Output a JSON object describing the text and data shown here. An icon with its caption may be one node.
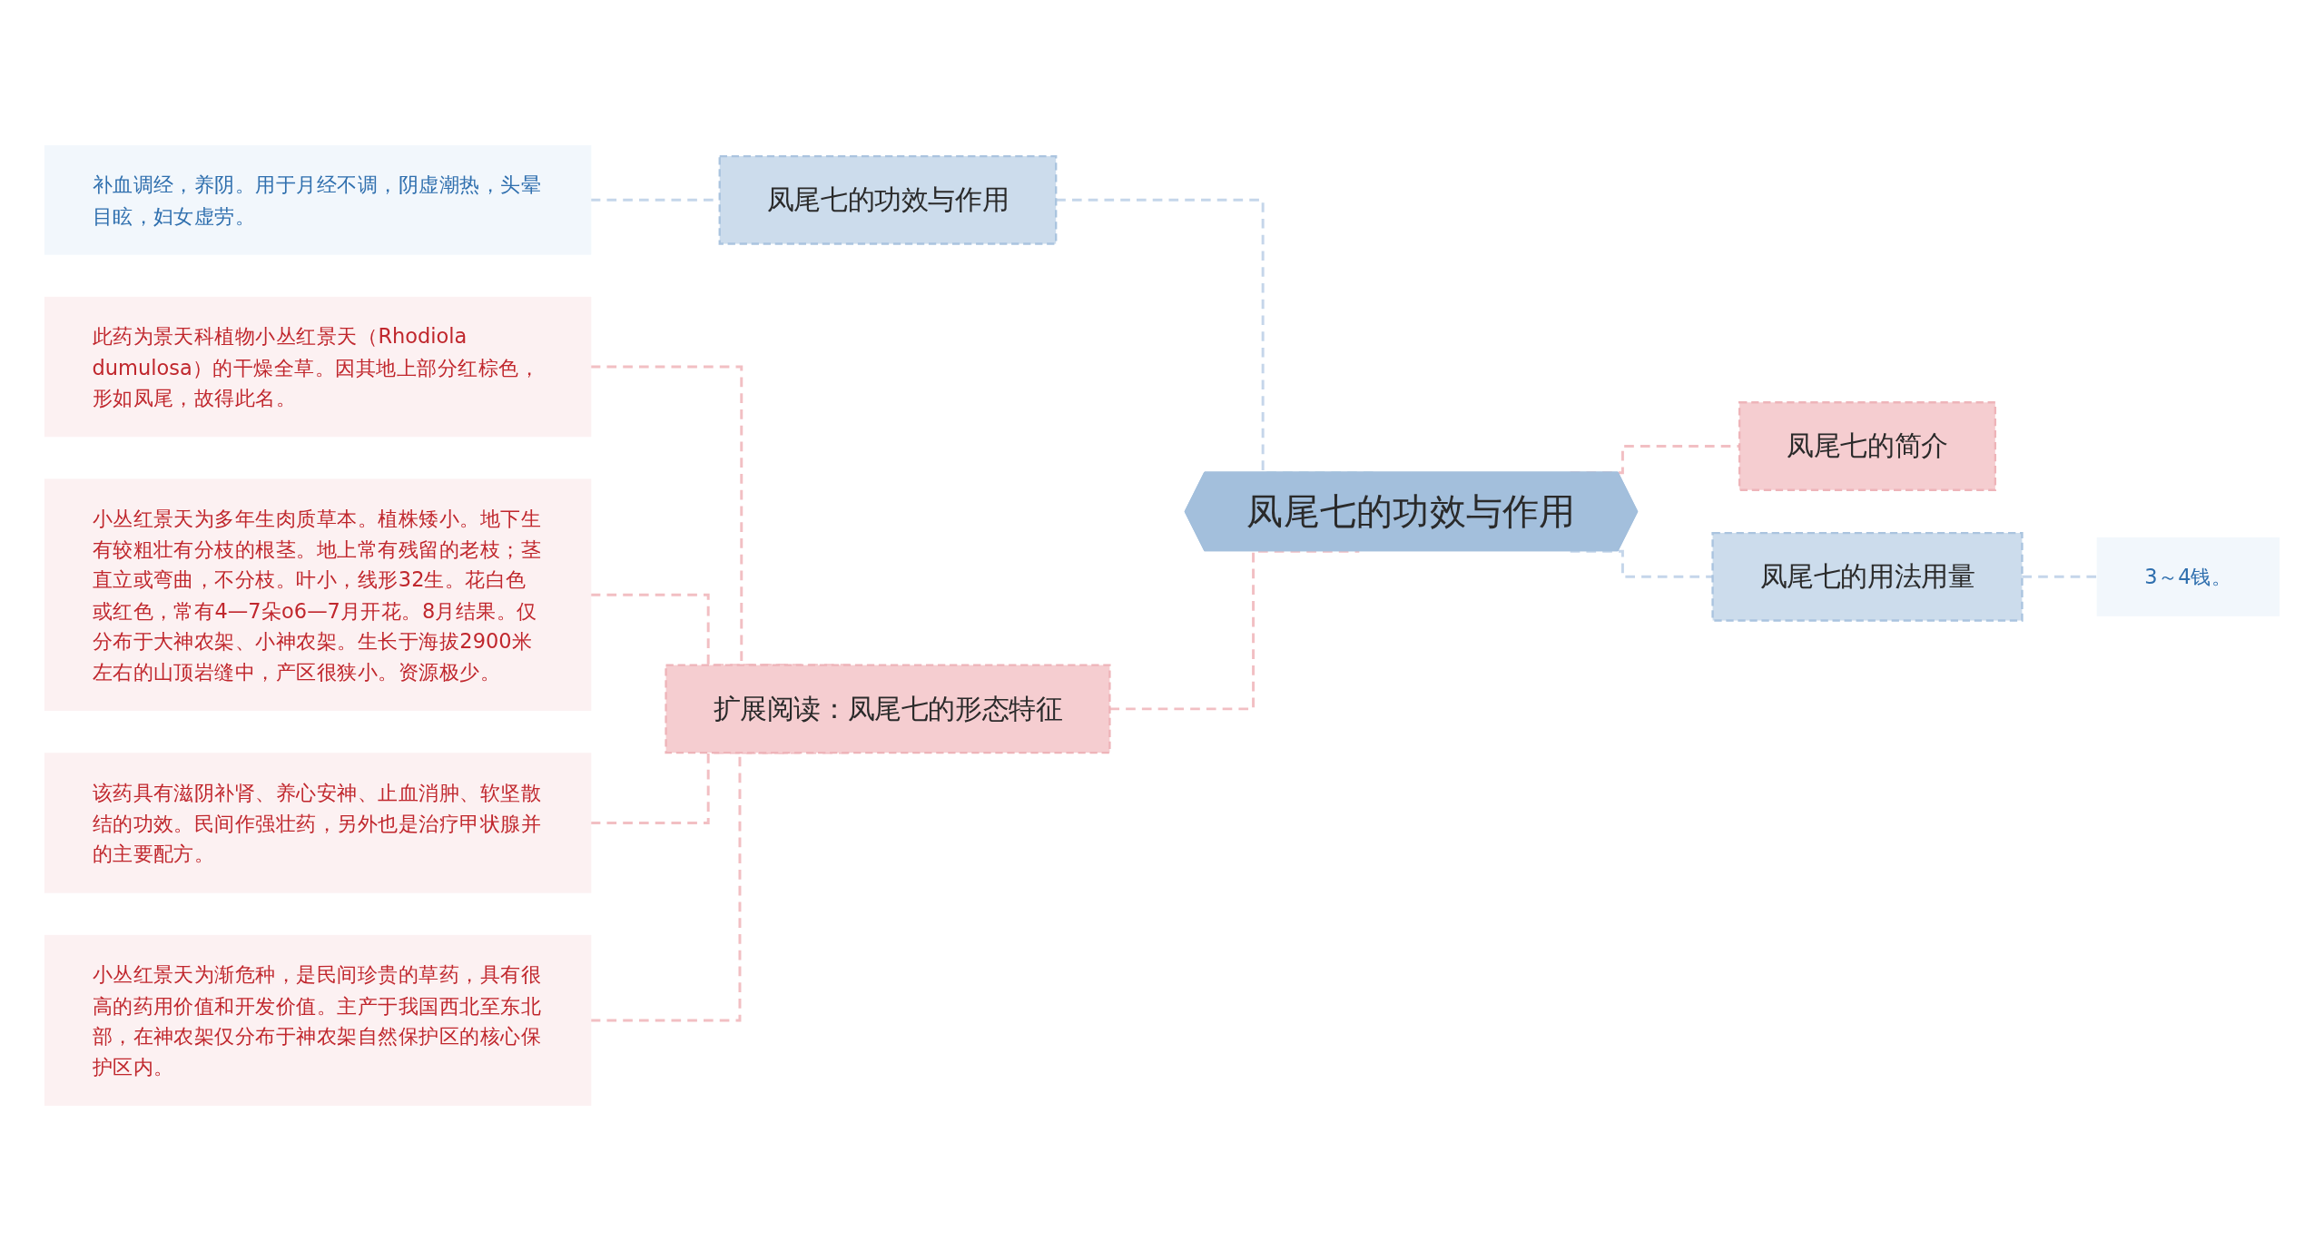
{
  "diagram": {
    "nodes": [
      {
        "text": [
          "凤尾七的功效与作用"
        ]
      },
      {
        "text": [
          "凤尾七的功效与作用"
        ]
      },
      {
        "text": [
          "补血调经，养阴。用于月经不调，阴虚潮热，头晕目眩，妇女虚劳。"
        ]
      },
      {
        "text": [
          "扩展阅读：凤尾七的形态特征"
        ]
      },
      {
        "text": [
          "此药为景天科植物小丛红景天（Rhodiola dumulosa）的干燥全草。因其地上部分红棕色，形如凤尾，故得此名。"
        ]
      },
      {
        "text": [
          "小丛红景天为多年生肉质草本。植株矮小。地下生有较粗壮有分枝的根茎。地上常有残留的老枝；茎直立或弯曲，不分枝。叶小，线形32生。花白色或红色，常有4—7朵o6—7月开花。8月结果。仅分布于大神农架、小神农架。生长于海拔2900米左右的山顶岩缝中，产区很狭小。资源极少。"
        ]
      },
      {
        "text": [
          "该药具有滋阴补肾、养心安神、止血消肿、软坚散结的功效。民间作强壮药，另外也是治疗甲状腺并的主要配方。"
        ]
      },
      {
        "text": [
          "小丛红景天为渐危种，是民间珍贵的草药，具有很高的药用价值和开发价值。主产于我国西北至东北部，在神农架仅分布于神农架自然保护区的核心保护区内。"
        ]
      },
      {
        "text": [
          "凤尾七的简介"
        ]
      },
      {
        "text": [
          "凤尾七的用法用量"
        ]
      },
      {
        "text": [
          "3～4钱。"
        ]
      }
    ],
    "edges": [
      {
        "from": 1,
        "to": 0,
        "arrow": "none",
        "style": "dashed",
        "color": "#c5d6ea"
      },
      {
        "from": 2,
        "to": 1,
        "arrow": "none",
        "style": "dashed",
        "color": "#c5d6ea"
      },
      {
        "from": 3,
        "to": 0,
        "arrow": "none",
        "style": "dashed"
      },
      {
        "from": 4,
        "to": 3,
        "arrow": "none",
        "style": "dashed"
      },
      {
        "from": 5,
        "to": 3,
        "arrow": "none",
        "style": "dashed"
      },
      {
        "from": 6,
        "to": 3,
        "arrow": "none",
        "style": "dashed"
      },
      {
        "from": 7,
        "to": 3,
        "arrow": "none",
        "style": "dashed"
      },
      {
        "from": 0,
        "to": 8,
        "arrow": "none",
        "style": "dashed"
      },
      {
        "from": 0,
        "to": 9,
        "arrow": "none",
        "style": "dashed",
        "color": "#c5d6ea"
      },
      {
        "from": 9,
        "to": 10,
        "arrow": "none",
        "style": "dashed",
        "color": "#c5d6ea"
      }
    ]
  }
}
